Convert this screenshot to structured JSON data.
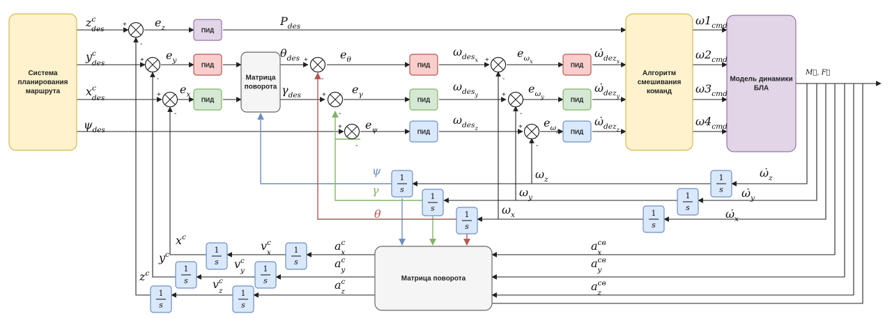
{
  "blocks": {
    "route_planner": [
      "Система",
      "планирования",
      "маршрута"
    ],
    "rotation_matrix_top": [
      "Матрица",
      "поворота"
    ],
    "mixing": [
      "Алгоритм",
      "смешивания",
      "команд"
    ],
    "dynamics": [
      "Модель динамики",
      "БЛА"
    ],
    "rotation_matrix_bottom": "Матрица поворота"
  },
  "pid_label": "ПИД",
  "integrator": {
    "num": "1",
    "den": "s"
  },
  "signs": {
    "plus": "+",
    "minus": "-"
  },
  "colors": {
    "yellow_fill": "#fff2cc",
    "yellow_stroke": "#d6b656",
    "purple_fill": "#e1d5e7",
    "purple_stroke": "#9673a6",
    "red_fill": "#f8cecc",
    "red_stroke": "#b85450",
    "green_fill": "#d5e8d4",
    "green_stroke": "#82b366",
    "blue_fill": "#dae8fc",
    "blue_stroke": "#6c8ebf",
    "gray_fill": "#f5f5f5",
    "gray_stroke": "#666666",
    "psi_line": "#6c8ebf",
    "gamma_line": "#82b366",
    "theta_line": "#b85450"
  },
  "labels": {
    "z_des": {
      "base": "z",
      "sup": "c",
      "sub": "des"
    },
    "y_des": {
      "base": "y",
      "sup": "c",
      "sub": "des"
    },
    "x_des": {
      "base": "x",
      "sup": "c",
      "sub": "des"
    },
    "psi_des": {
      "base": "ψ",
      "sub": "des"
    },
    "e_z": {
      "base": "e",
      "sub": "z"
    },
    "e_y": {
      "base": "e",
      "sub": "y"
    },
    "e_x": {
      "base": "e",
      "sub": "x"
    },
    "e_theta": {
      "base": "e",
      "sub": "θ"
    },
    "e_gamma": {
      "base": "e",
      "sub": "γ"
    },
    "e_psi": {
      "base": "e",
      "sub": "ψ"
    },
    "P_des": {
      "base": "P",
      "sub": "des"
    },
    "theta_des": {
      "base": "θ",
      "sub": "des"
    },
    "gamma_des": {
      "base": "γ",
      "sub": "des"
    },
    "w_des_x": {
      "base": "ω",
      "sub": "des",
      "sub2": "x"
    },
    "w_des_y": {
      "base": "ω",
      "sub": "des",
      "sub2": "y"
    },
    "w_des_z": {
      "base": "ω",
      "sub": "des",
      "sub2": "z"
    },
    "e_wx": {
      "base": "e",
      "sub": "ω",
      "sub2": "x"
    },
    "e_wy": {
      "base": "e",
      "sub": "ω",
      "sub2": "y"
    },
    "e_wz": {
      "base": "e",
      "sub": "ω",
      "sub2": "z"
    },
    "wdot_dez_x": {
      "base": "ω̇",
      "sub": "dez",
      "sub2": "x"
    },
    "wdot_dez_y": {
      "base": "ω̇",
      "sub": "dez",
      "sub2": "y"
    },
    "wdot_dez_z": {
      "base": "ω̇",
      "sub": "dez",
      "sub2": "z"
    },
    "w1_cmd": {
      "base": "ω1",
      "sub": "cmd"
    },
    "w2_cmd": {
      "base": "ω2",
      "sub": "cmd"
    },
    "w3_cmd": {
      "base": "ω3",
      "sub": "cmd"
    },
    "w4_cmd": {
      "base": "ω4",
      "sub": "cmd"
    },
    "M_F": "M⃗, F⃗",
    "psi": "ψ",
    "gamma": "γ",
    "theta": "θ",
    "w_z": {
      "base": "ω",
      "sub": "z"
    },
    "w_y": {
      "base": "ω",
      "sub": "y"
    },
    "w_x": {
      "base": "ω",
      "sub": "x"
    },
    "wdot_z": {
      "base": "ω̇",
      "sub": "z"
    },
    "wdot_y": {
      "base": "ω̇",
      "sub": "y"
    },
    "wdot_x": {
      "base": "ω̇",
      "sub": "x"
    },
    "x_c": {
      "base": "x",
      "sup": "c"
    },
    "y_c": {
      "base": "y",
      "sup": "c"
    },
    "z_c": {
      "base": "z",
      "sup": "c"
    },
    "v_cx": {
      "base": "v",
      "sup": "c",
      "sub": "x"
    },
    "v_cy": {
      "base": "v",
      "sup": "c",
      "sub": "y"
    },
    "v_cz": {
      "base": "v",
      "sup": "c",
      "sub": "z"
    },
    "a_cx": {
      "base": "a",
      "sup": "c",
      "sub": "x"
    },
    "a_cy": {
      "base": "a",
      "sup": "c",
      "sub": "y"
    },
    "a_cz": {
      "base": "a",
      "sup": "c",
      "sub": "z"
    },
    "a_svx": {
      "base": "a",
      "sup": "св",
      "sub": "x"
    },
    "a_svy": {
      "base": "a",
      "sup": "св",
      "sub": "y"
    },
    "a_svz": {
      "base": "a",
      "sup": "св",
      "sub": "z"
    }
  }
}
